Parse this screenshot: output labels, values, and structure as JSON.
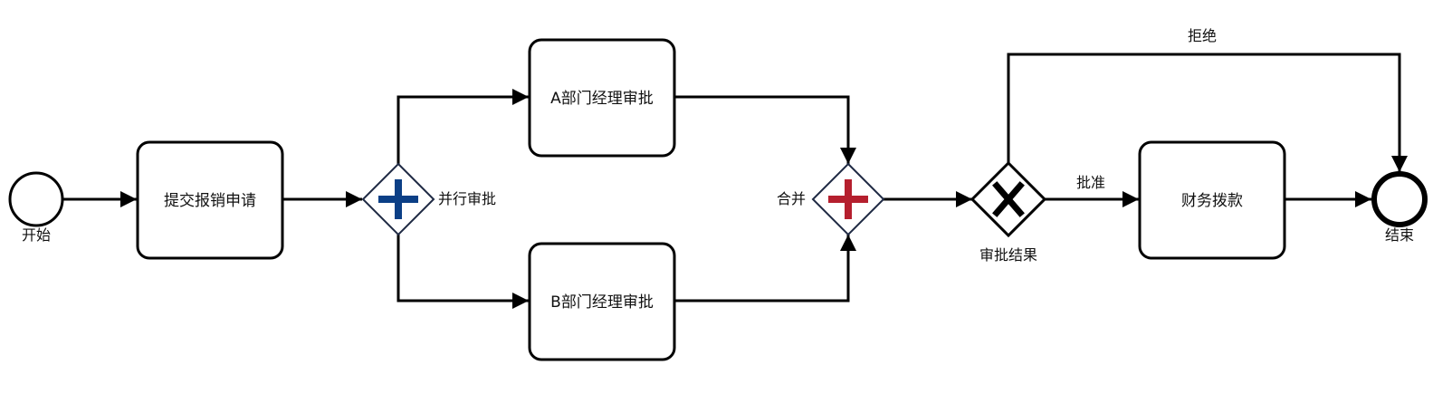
{
  "colors": {
    "stroke": "#000000",
    "gateway_border": "#1f2a44",
    "parallel_fork_accent": "#0b3f86",
    "parallel_join_accent": "#b51f2e"
  },
  "events": {
    "start": {
      "label": "开始",
      "icon": "start-event-icon"
    },
    "end": {
      "label": "结束",
      "icon": "end-event-icon"
    }
  },
  "tasks": {
    "submit": {
      "label": "提交报销申请"
    },
    "approve_a": {
      "label": "A部门经理审批"
    },
    "approve_b": {
      "label": "B部门经理审批"
    },
    "payment": {
      "label": "财务拨款"
    }
  },
  "gateways": {
    "fork": {
      "label": "并行审批",
      "icon": "parallel-gateway-plus-icon"
    },
    "join": {
      "label": "合并",
      "icon": "parallel-gateway-plus-icon"
    },
    "decision": {
      "label": "审批结果",
      "icon": "exclusive-gateway-x-icon"
    }
  },
  "flows": {
    "approve": {
      "label": "批准"
    },
    "reject": {
      "label": "拒绝"
    }
  }
}
